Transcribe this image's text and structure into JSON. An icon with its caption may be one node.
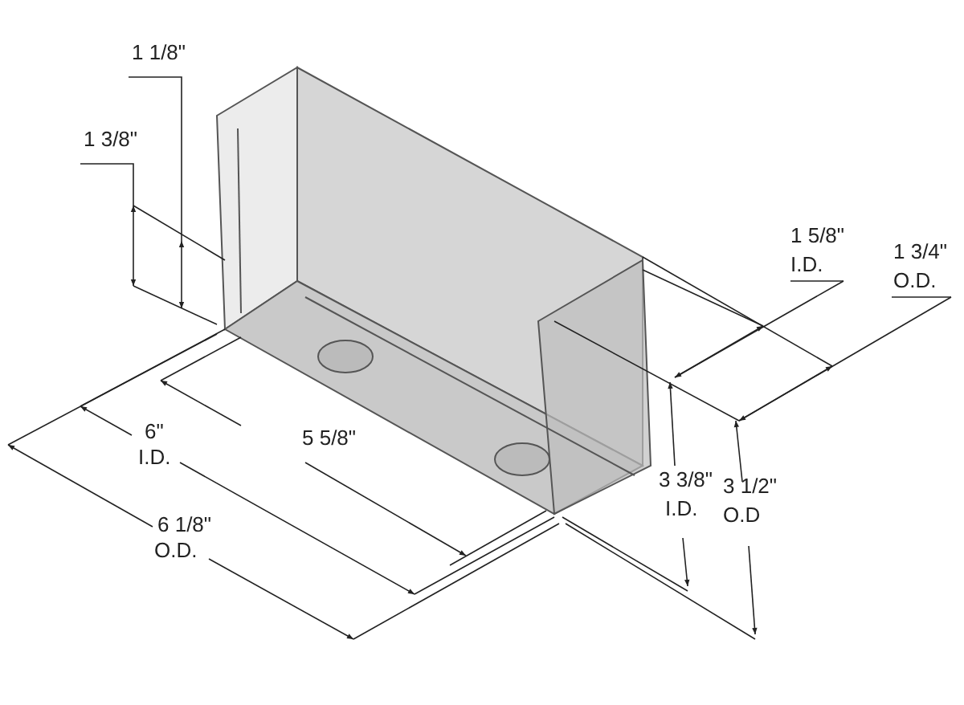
{
  "diagram": {
    "labels": [
      "1 1/8\"",
      "1 3/8\"",
      "1 5/8\"",
      "I.D.",
      "1 3/4\"",
      "O.D.",
      "6\"",
      "I.D.",
      "5 5/8\"",
      "6 1/8\"",
      "O.D.",
      "3 3/8\"",
      "I.D.",
      "3 1/2\"",
      "O.D"
    ]
  }
}
